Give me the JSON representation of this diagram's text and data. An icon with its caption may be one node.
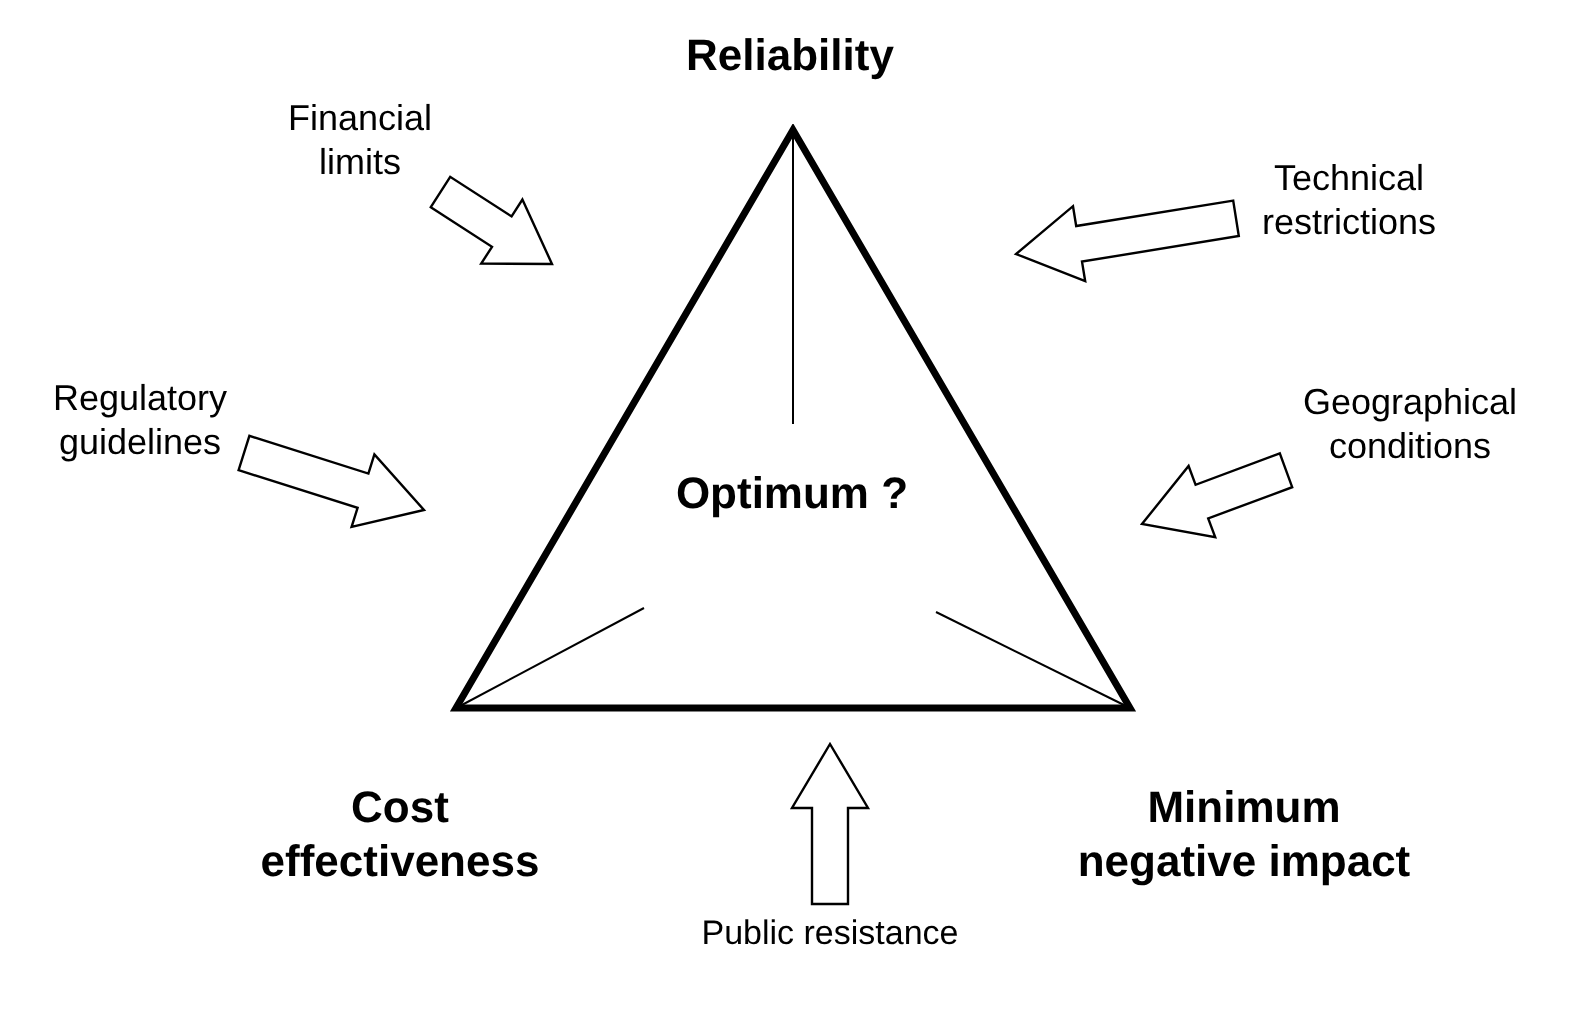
{
  "diagram": {
    "nodes": [
      {
        "text": [
          "Optimum ?"
        ]
      },
      {
        "text": [
          "Financial limits"
        ]
      },
      {
        "text": [
          "Technical restrictions"
        ]
      },
      {
        "text": [
          "Regulatory guidelines"
        ]
      },
      {
        "text": [
          "Geographical conditions"
        ]
      },
      {
        "text": [
          "Public resistance"
        ]
      }
    ],
    "edges": [
      {
        "from": 1,
        "to": 0,
        "arrow": "to"
      },
      {
        "from": 2,
        "to": 0,
        "arrow": "to"
      },
      {
        "from": 3,
        "to": 0,
        "arrow": "to"
      },
      {
        "from": 4,
        "to": 0,
        "arrow": "to"
      },
      {
        "from": 5,
        "to": 0,
        "arrow": "to"
      }
    ],
    "labels": [
      "Reliability",
      "Cost effectiveness",
      "Minimum negative impact"
    ]
  }
}
